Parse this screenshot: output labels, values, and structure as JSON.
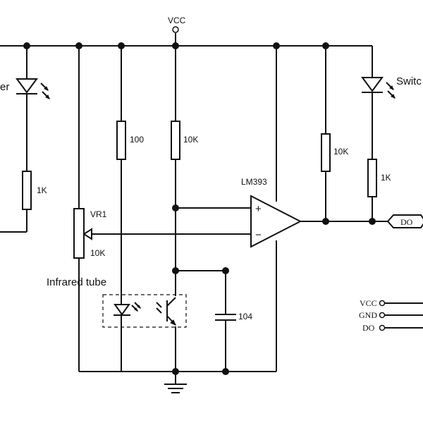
{
  "labels": {
    "vcc_top": "VCC",
    "power_led": "er",
    "r_power_led": "1K",
    "r_100": "100",
    "r_10k_a": "10K",
    "r_10k_b": "10K",
    "r_1k_switch": "1K",
    "pot_name": "VR1",
    "pot_value": "10K",
    "ic": "LM393",
    "switch_led": "Switc",
    "out_tag": "DO",
    "infrared": "Infrared tube",
    "cap": "104",
    "pin_vcc": "VCC",
    "pin_gnd": "GND",
    "pin_do": "DO",
    "op_plus": "+",
    "op_minus": "−"
  }
}
